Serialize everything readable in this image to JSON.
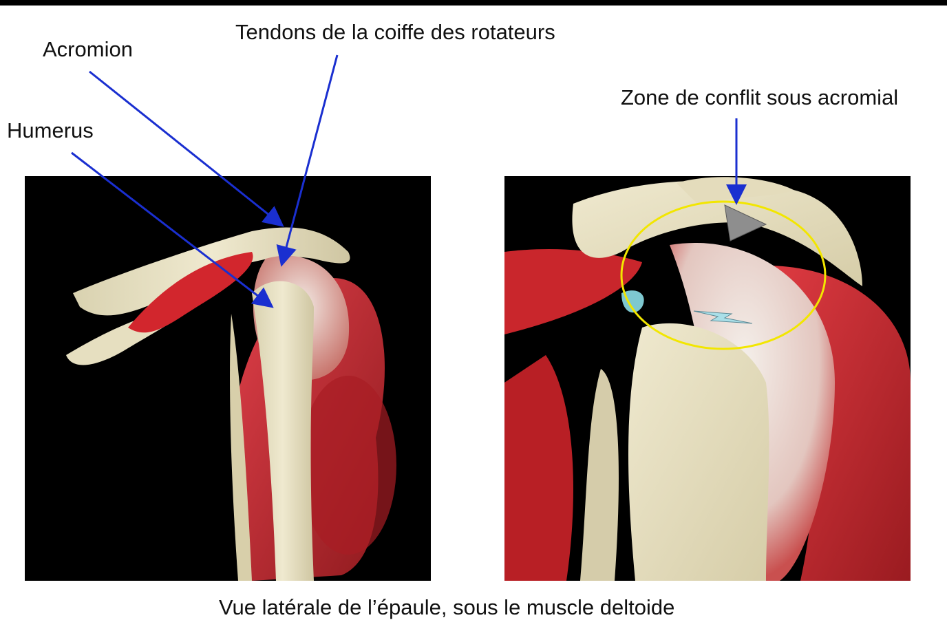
{
  "labels": {
    "acromion": "Acromion",
    "tendons": "Tendons de la coiffe des rotateurs",
    "humerus": "Humerus",
    "zone": "Zone de conflit sous acromial",
    "caption": "Vue latérale de l’épaule, sous le muscle deltoide"
  },
  "colors": {
    "arrow": "#1a2fd0",
    "bone": "#e9e3c6",
    "muscle": "#c8242a",
    "tendon": "#e8d6cf",
    "highlight_ring": "#f2e600",
    "background_panel": "#000000"
  },
  "panels": [
    {
      "name": "left-view",
      "description_icons": [
        "bone-icon",
        "muscle-icon"
      ]
    },
    {
      "name": "right-view",
      "description_icons": [
        "bone-icon",
        "muscle-icon",
        "conflict-zone-icon"
      ]
    }
  ]
}
